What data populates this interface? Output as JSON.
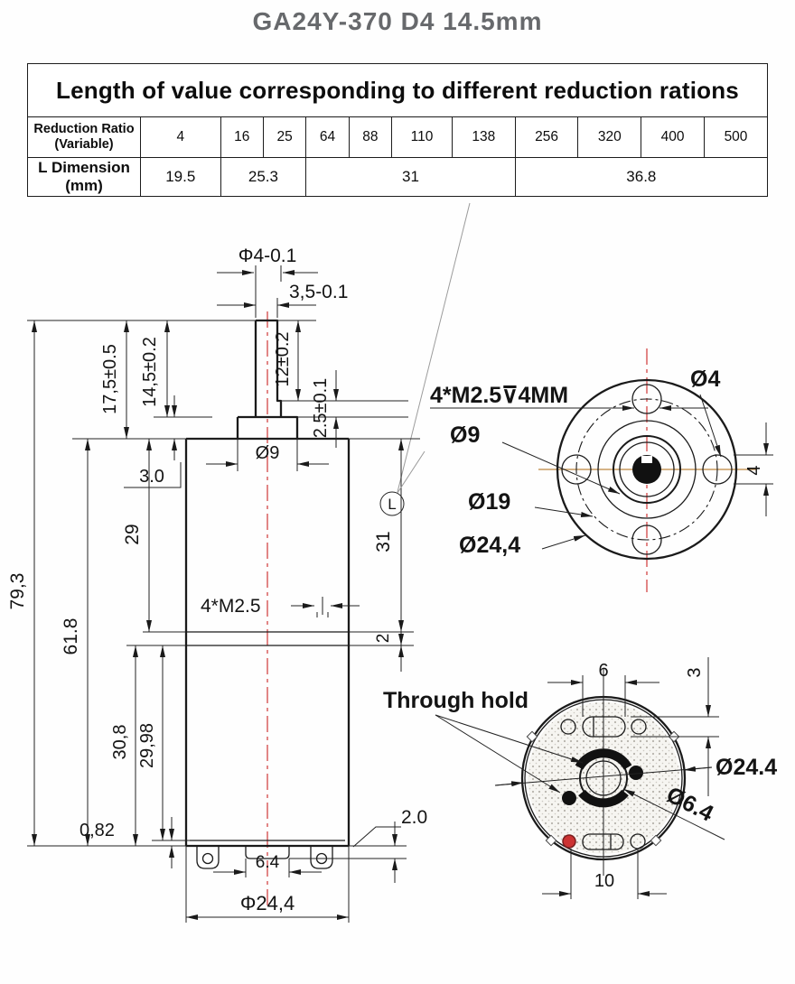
{
  "title": "GA24Y-370 D4 14.5mm",
  "table": {
    "header": "Length of value corresponding to different reduction rations",
    "row1_label_line1": "Reduction Ratio",
    "row1_label_line2": "(Variable)",
    "ratios": [
      "4",
      "16",
      "25",
      "64",
      "88",
      "110",
      "138",
      "256",
      "320",
      "400",
      "500"
    ],
    "row2_label": "L Dimension (mm)",
    "l_values": [
      {
        "value": "19.5",
        "span": 1
      },
      {
        "value": "25.3",
        "span": 2
      },
      {
        "value": "31",
        "span": 4
      },
      {
        "value": "36.8",
        "span": 4
      }
    ]
  },
  "side_view": {
    "shaft_dia": "Φ4-0.1",
    "shaft_flat": "3,5-0.1",
    "h175": "17,5±0.5",
    "h145": "14,5±0.2",
    "h12": "12±0.2",
    "h25": "2.5±0.1",
    "boss_dia": "Ø9",
    "boss_h": "3.0",
    "h29": "29",
    "total_h": "79,3",
    "h618": "61.8",
    "gearbox_h": "31",
    "l_mark": "L",
    "screws": "4*M2.5",
    "h2": "2",
    "motor_h": "30,8",
    "h2998": "29,98",
    "h082": "0,82",
    "cap": "2.0",
    "bump_w": "6.4",
    "body_dia": "Φ24,4"
  },
  "flange_view": {
    "screw_callout": "4*M2.5⊽4MM",
    "hole_dia": "Ø4",
    "boss_dia": "Ø9",
    "bolt_circle": "Ø19",
    "outer_dia": "Ø24,4",
    "h4": "4"
  },
  "rear_view": {
    "through_hold": "Through hold",
    "slot_w": "6",
    "slot_h": "3",
    "outer_dia": "Ø24.4",
    "bearing_dia": "Ø6.4",
    "pin_pitch": "10"
  },
  "colors": {
    "line": "#1a1a1a",
    "centerline_red": "#d95f5f",
    "centerline_tan": "#c79a5f",
    "title_gray": "#67696c",
    "red_dot": "#cc3333"
  }
}
